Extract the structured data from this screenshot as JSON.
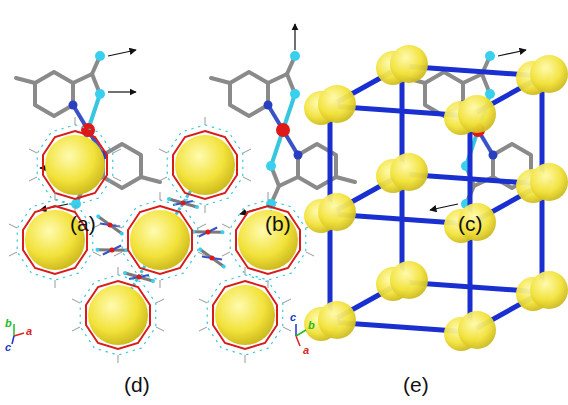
{
  "diagram": {
    "labels": [
      "(a)",
      "(b)",
      "(c)",
      "(d)",
      "(e)",
      "b",
      "a",
      "c",
      "c",
      "b",
      "a"
    ]
  }
}
